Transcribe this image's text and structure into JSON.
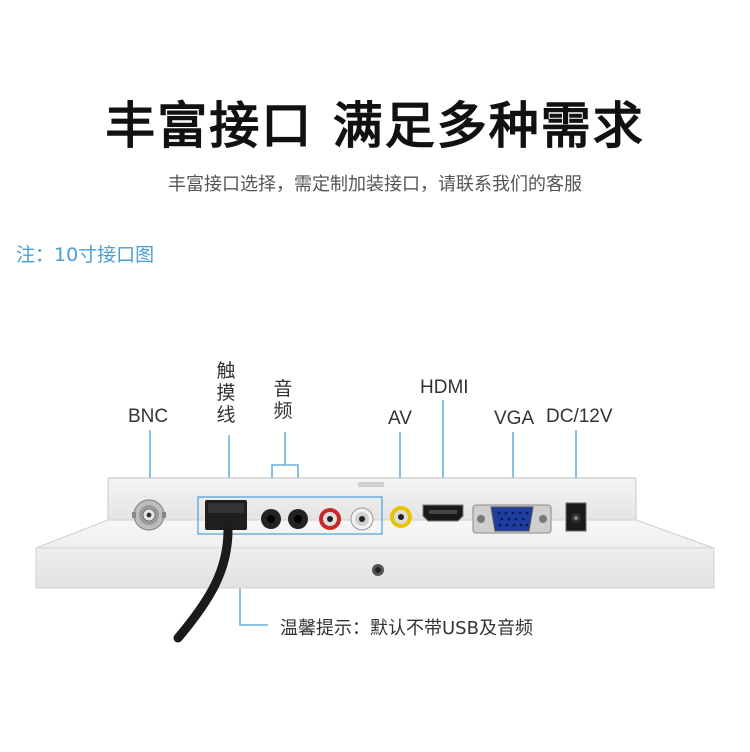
{
  "header": {
    "title": "丰富接口 满足多种需求",
    "subtitle": "丰富接口选择，需定制加装接口，请联系我们的客服"
  },
  "note": "注：10寸接口图",
  "ports": {
    "bnc": "BNC",
    "touch": "触\n摸\n线",
    "audio": "音\n频",
    "av": "AV",
    "hdmi": "HDMI",
    "vga": "VGA",
    "dc": "DC/12V"
  },
  "tip": "温馨提示：默认不带USB及音频",
  "colors": {
    "callout_line": "#4a9ed8",
    "note_text": "#4a9ed8",
    "device_body": "#ededed",
    "rca_red": "#c8282a",
    "rca_white": "#f2f2f2",
    "av_yellow": "#e8c400"
  }
}
